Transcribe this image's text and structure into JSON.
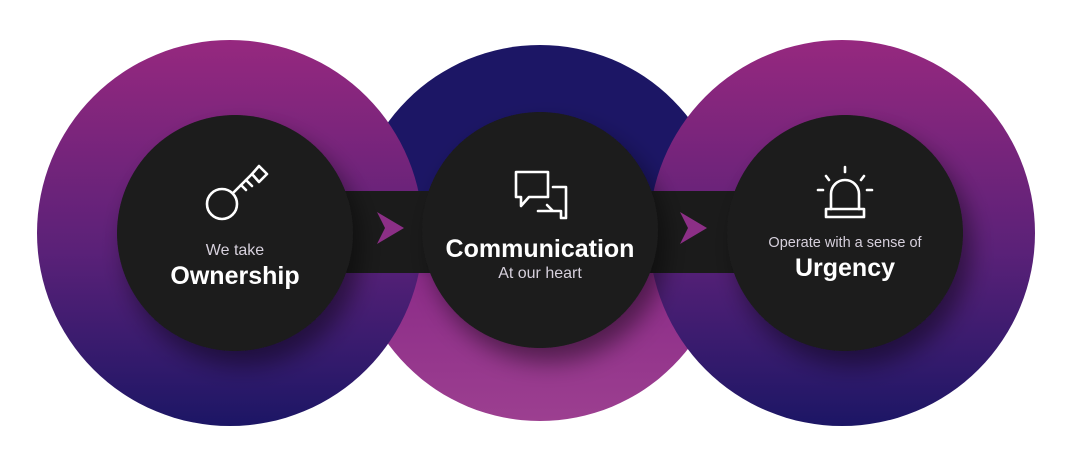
{
  "colors": {
    "purple": "#92297f",
    "navy": "#1c1665",
    "pink": "#9a3d8e",
    "dark": "#1b1b1b",
    "arrow": "#8c2f86"
  },
  "steps": [
    {
      "icon": "key-icon",
      "prefix": "We take",
      "title": "Ownership",
      "subtitle": ""
    },
    {
      "icon": "chat-bubbles-icon",
      "prefix": "",
      "title": "Communication",
      "subtitle": "At our heart"
    },
    {
      "icon": "alarm-siren-icon",
      "prefix": "Operate with a sense of",
      "title": "Urgency",
      "subtitle": ""
    }
  ]
}
